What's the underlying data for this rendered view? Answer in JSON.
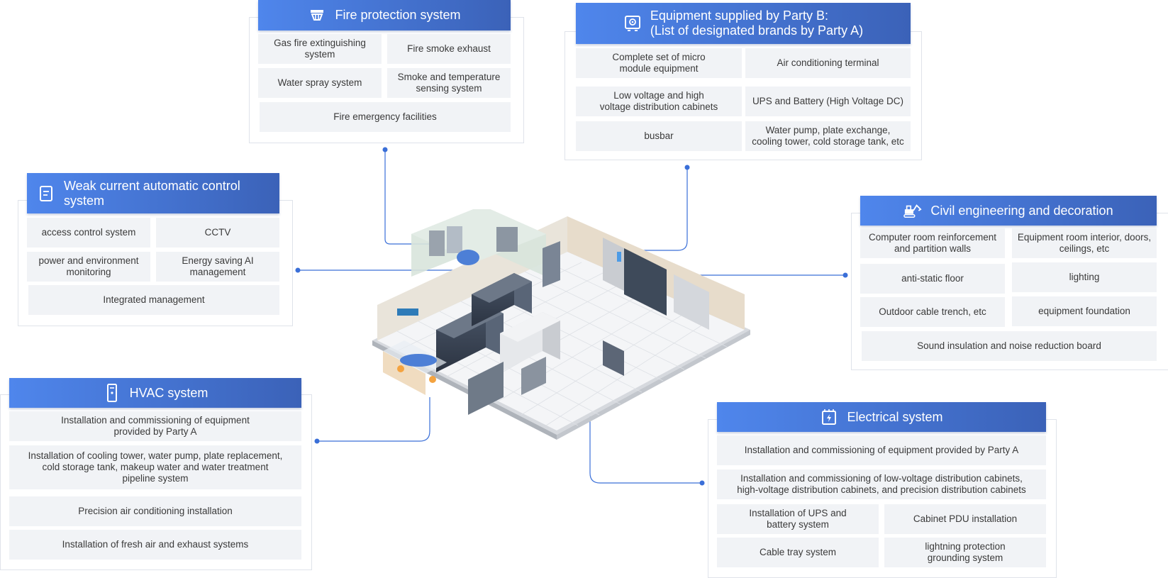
{
  "accent": "#4f86ec",
  "accent_dark": "#3b62b8",
  "cell_bg": "#f1f3f6",
  "fire": {
    "title": "Fire protection system",
    "icon": "sprinkler-icon",
    "items": [
      "Gas fire extinguishing system",
      "Fire smoke exhaust",
      "Water spray system",
      "Smoke and temperature sensing system",
      "Fire emergency facilities"
    ]
  },
  "equipment": {
    "title": "Equipment supplied by Party B:\n(List of designated brands by Party A)",
    "icon": "equipment-box-icon",
    "items": [
      "Complete set of micro\nmodule equipment",
      "Air conditioning terminal",
      "Low voltage and high\nvoltage distribution cabinets",
      "UPS and Battery (High Voltage DC)",
      "busbar",
      "Water pump, plate exchange,\ncooling tower, cold storage tank, etc"
    ]
  },
  "weak": {
    "title": "Weak current automatic control system",
    "icon": "control-panel-icon",
    "items": [
      "access control system",
      "CCTV",
      "power and environment monitoring",
      "Energy saving AI management",
      "Integrated management"
    ]
  },
  "civil": {
    "title": "Civil engineering and decoration",
    "icon": "excavator-icon",
    "items": [
      "Computer room reinforcement and partition walls",
      "Equipment room interior, doors, ceilings, etc",
      "anti-static floor",
      "lighting",
      "Outdoor cable trench, etc",
      "equipment foundation",
      "Sound insulation and noise reduction board"
    ]
  },
  "hvac": {
    "title": "HVAC system",
    "icon": "air-conditioner-icon",
    "items": [
      "Installation and commissioning of equipment\nprovided by Party A",
      "Installation of cooling tower, water pump, plate replacement,\ncold storage tank, makeup water and water treatment\npipeline system",
      "Precision air conditioning installation",
      "Installation of fresh air and exhaust systems"
    ]
  },
  "electrical": {
    "title": "Electrical system",
    "icon": "electrical-cabinet-icon",
    "items": [
      "Installation and commissioning of equipment provided by Party A",
      "Installation and commissioning of low-voltage distribution cabinets,\nhigh-voltage distribution cabinets, and precision distribution cabinets",
      "Installation of UPS and\nbattery system",
      "Cabinet PDU installation",
      "Cable tray system",
      "lightning protection\ngrounding system"
    ]
  }
}
